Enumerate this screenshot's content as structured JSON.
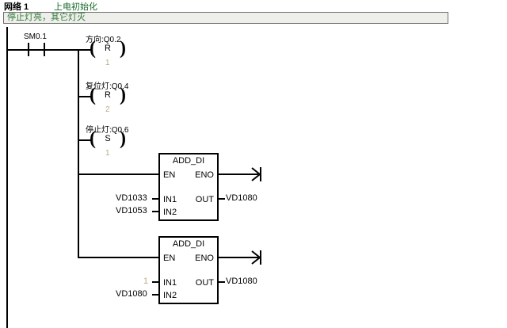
{
  "network": {
    "title": "网络 1",
    "description": "上电初始化",
    "comment": "停止灯亮，其它灯灭",
    "title_color": "#000000",
    "description_color": "#1a6b2a",
    "comment_color": "#2e7d3a"
  },
  "rung": {
    "contacts": [
      {
        "name": "SM0.1",
        "type": "normally-open"
      }
    ],
    "coils": [
      {
        "label": "方向:Q0.2",
        "letter": "R",
        "operand": "1"
      },
      {
        "label": "复位灯:Q0.4",
        "letter": "R",
        "operand": "2"
      },
      {
        "label": "停止灯:Q0.6",
        "letter": "S",
        "operand": "1"
      }
    ],
    "blocks": [
      {
        "name": "ADD_DI",
        "pins": {
          "en": "EN",
          "eno": "ENO",
          "in1": "IN1",
          "in2": "IN2",
          "out": "OUT"
        },
        "in1_value": "VD1033",
        "in2_value": "VD1053",
        "out_value": "VD1080",
        "in1_dim": false
      },
      {
        "name": "ADD_DI",
        "pins": {
          "en": "EN",
          "eno": "ENO",
          "in1": "IN1",
          "in2": "IN2",
          "out": "OUT"
        },
        "in1_value": "1",
        "in2_value": "VD1080",
        "out_value": "VD1080",
        "in1_dim": true
      }
    ]
  },
  "colors": {
    "wire": "#000000",
    "dim_operand": "#b9ac86",
    "comment_bg": "#eeeeea",
    "comment_border": "#6e6e6e"
  }
}
